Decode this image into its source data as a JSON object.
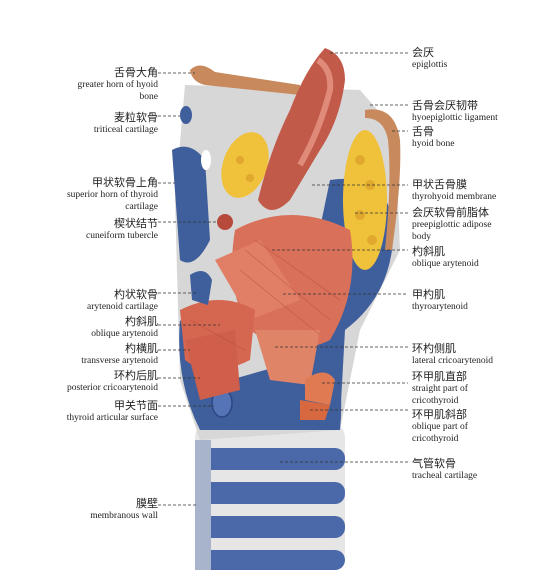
{
  "labels": {
    "left": [
      {
        "zh": "舌骨大角",
        "en": [
          "greater horn of hyoid",
          "bone"
        ]
      },
      {
        "zh": "麦粒软骨",
        "en": [
          "triticeal cartilage"
        ]
      },
      {
        "zh": "甲状软骨上角",
        "en": [
          "superior horn of thyroid",
          "cartilage"
        ]
      },
      {
        "zh": "楔状结节",
        "en": [
          "cuneiform tubercle"
        ]
      },
      {
        "zh": "杓状软骨",
        "en": [
          "arytenoid cartilage"
        ]
      },
      {
        "zh": "杓斜肌",
        "en": [
          "oblique arytenoid"
        ]
      },
      {
        "zh": "杓横肌",
        "en": [
          "transverse arytenoid"
        ]
      },
      {
        "zh": "环杓后肌",
        "en": [
          "posterior cricoarytenoid"
        ]
      },
      {
        "zh": "甲关节面",
        "en": [
          "thyroid articular surface"
        ]
      },
      {
        "zh": "膜壁",
        "en": [
          "membranous wall"
        ]
      }
    ],
    "right": [
      {
        "zh": "会厌",
        "en": [
          "epiglottis"
        ]
      },
      {
        "zh": "舌骨会厌韧带",
        "en": [
          "hyoepiglottic ligament"
        ]
      },
      {
        "zh": "舌骨",
        "en": [
          "hyoid bone"
        ]
      },
      {
        "zh": "甲状舌骨膜",
        "en": [
          "thyrohyoid membrane"
        ]
      },
      {
        "zh": "会厌软骨前脂体",
        "en": [
          "preepiglottic adipose",
          "body"
        ]
      },
      {
        "zh": "杓斜肌",
        "en": [
          "oblique arytenoid"
        ]
      },
      {
        "zh": "甲杓肌",
        "en": [
          "thyroarytenoid"
        ]
      },
      {
        "zh": "环杓侧肌",
        "en": [
          "lateral cricoarytenoid"
        ]
      },
      {
        "zh": "环甲肌直部",
        "en": [
          "straight part of",
          "cricothyroid"
        ]
      },
      {
        "zh": "环甲肌斜部",
        "en": [
          "oblique part of",
          "cricothyroid"
        ]
      },
      {
        "zh": "气管软骨",
        "en": [
          "tracheal cartilage"
        ]
      }
    ]
  },
  "colors": {
    "cartilage_blue": "#3f5e9c",
    "muscle_red": "#d9705a",
    "fat_yellow": "#f0c23c",
    "bone": "#c88a5c",
    "epiglottis": "#c25a4a",
    "membrane_gray": "#dcdcdc"
  }
}
